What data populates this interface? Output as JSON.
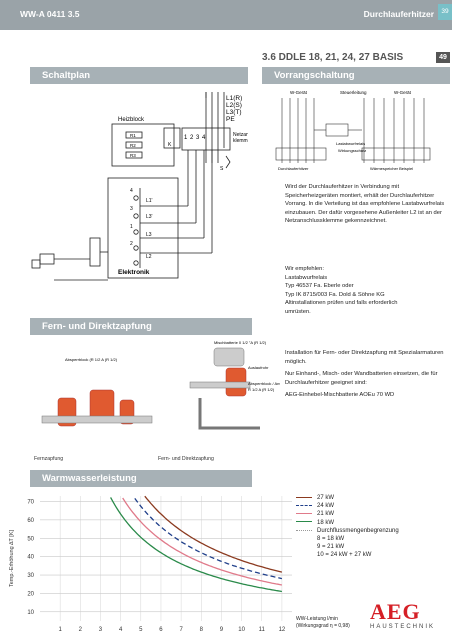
{
  "header": {
    "left": "WW-A 0411 3.5",
    "right": "Durchlauferhitzer",
    "page_tab": "39"
  },
  "section": {
    "title": "3.6 DDLE 18, 21, 24, 27 BASIS",
    "page_box": "49"
  },
  "bands": {
    "schaltplan": "Schaltplan",
    "vorrang": "Vorrangschaltung",
    "fern": "Fern- und Direktzapfung",
    "warm": "Warmwasserleistung"
  },
  "schaltplan": {
    "heizblock": "Heizblock",
    "r1": "R1",
    "r2": "R2",
    "r3": "R3",
    "phases": [
      "L1(R)",
      "L2(S)",
      "L3(T)",
      "PE"
    ],
    "netz": "Netzanschluß-\nklemme",
    "terminals": [
      "1",
      "2",
      "3",
      "4"
    ],
    "k_label": "K",
    "elektronik": "Elektronik",
    "s_label": "S",
    "small_labels": [
      "4",
      "L1'",
      "3",
      "L3'",
      "1",
      "2",
      "L3",
      "L2"
    ]
  },
  "vorrang": {
    "col1": "W-Gerät",
    "col2": "Steuerleitung",
    "col3": "W-Gerät",
    "lastabwurf": "Lastabwurfrelais",
    "wirkung": "Wirkungsschutz",
    "durch": "Durchlauferhitzer",
    "waerme": "Wärmespeicher Beispiel",
    "text": "Wird der Durchlauferhitzer in Verbindung mit Speicherheizgeräten montiert, erhält der Durchlauferhitzer Vorrang. In die Verteilung ist das empfohlene Lastabwurfrelais einzubauen. Der dafür vorgesehene Außenleiter L2 ist an der Netzanschlussklemme gekennzeichnet.",
    "empf_title": "Wir empfehlen:",
    "empf_lines": [
      "Lastabwurfrelais",
      "Typ 46537 Fa. Eberle oder",
      "Typ IK 8715/003 Fa. Dold & Söhne KG",
      "Altinstallationen prüfen und falls erforderlich",
      "umrüsten."
    ]
  },
  "fern": {
    "label_mixer": "Mischbatterie 0 1/2 \"A (R 1/2)",
    "label_block": "Absperrblock (R 1/2 A (R 1/2)",
    "label_aus": "Auslaufrohr",
    "label_ref": "Absperrblock / Anschlussstück R 1/2 A (R 1/2)",
    "cap1": "Fernzapfung",
    "cap2": "Fern- und Direktzapfung",
    "p1": "Installation für Fern- oder Direktzapfung mit Spezialarmaturen möglich.",
    "p2": "Nur Einhand-, Misch- oder Wandbatterien einsetzen, die für Durchlauferhitzer geeignet sind:",
    "p3": "AEG-Einhebel-Mischbatterie AOEu 70 WD"
  },
  "chart_data": {
    "type": "line",
    "ylabel": "Temp.-Erhöhung ∆T [K]",
    "xlabel": "WW-Leistung l/min (Wirkungsgrad η = 0,98)",
    "x_ticks": [
      1,
      2,
      3,
      4,
      5,
      6,
      7,
      8,
      9,
      10,
      11,
      12
    ],
    "y_ticks": [
      10,
      20,
      30,
      40,
      50,
      60,
      70
    ],
    "xlim": [
      0,
      12.5
    ],
    "ylim": [
      5,
      73
    ],
    "series": [
      {
        "name": "27 kW",
        "color": "#8b3a1f",
        "dash": "none",
        "kw": 27
      },
      {
        "name": "24 kW",
        "color": "#1f3f8a",
        "dash": "5,3",
        "kw": 24
      },
      {
        "name": "21 kW",
        "color": "#e07a8a",
        "dash": "none",
        "kw": 21
      },
      {
        "name": "18 kW",
        "color": "#2a8a4a",
        "dash": "none",
        "kw": 18
      }
    ],
    "legend_extra": [
      "Durchflussmengenbegrenzung",
      "8  = 18 kW",
      "9  = 21 kW",
      "10 = 24 kW + 27 kW"
    ]
  },
  "footer": {
    "brand": "AEG",
    "sub": "HAUSTECHNIK"
  }
}
